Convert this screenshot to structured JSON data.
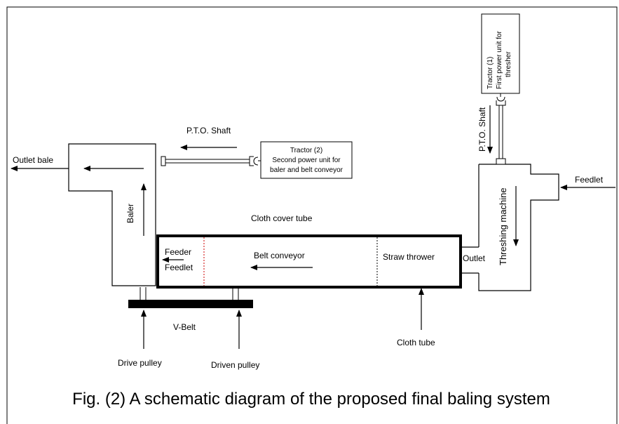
{
  "diagram": {
    "caption": "Fig. (2) A schematic diagram of the proposed final baling system",
    "labels": {
      "outlet_bale": "Outlet bale",
      "pto_shaft_left": "P.T.O. Shaft",
      "pto_shaft_right": "P.T.O. Shaft",
      "tractor2_line1": "Tractor (2)",
      "tractor2_line2": "Second power unit for",
      "tractor2_line3": "baler and belt conveyor",
      "tractor1_line1": "Tractor (1)",
      "tractor1_line2": "First power unit for",
      "tractor1_line3": "thresher",
      "baler": "Baler",
      "cloth_cover_tube": "Cloth cover tube",
      "feeder": "Feeder",
      "feedlet_left": "Feedlet",
      "belt_conveyor": "Belt conveyor",
      "straw_thrower": "Straw thrower",
      "outlet_right": "Outlet",
      "threshing_machine": "Threshing machine",
      "feedlet_right": "Feedlet",
      "v_belt": "V-Belt",
      "drive_pulley": "Drive pulley",
      "driven_pulley": "Driven pulley",
      "cloth_tube": "Cloth tube"
    }
  }
}
